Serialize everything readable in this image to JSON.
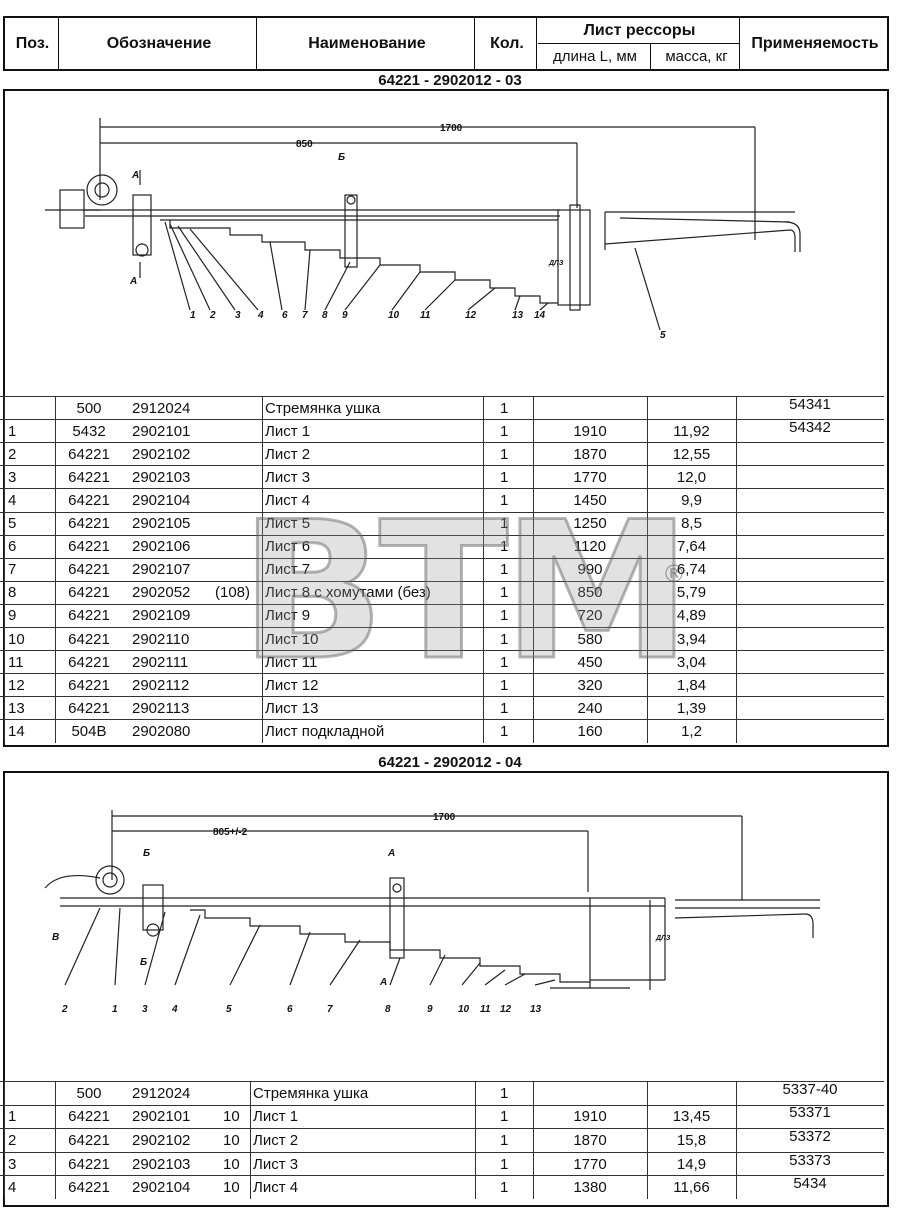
{
  "header": {
    "pos": "Поз.",
    "designation": "Обозначение",
    "name": "Наименование",
    "qty": "Кол.",
    "leaf": "Лист рессоры",
    "length": "длина L, мм",
    "mass": "масса, кг",
    "applicability": "Применяемость"
  },
  "sections": [
    {
      "title": "64221 - 2902012 - 03",
      "drawing": {
        "dim_total": "1700",
        "dim_half": "850",
        "callouts": [
          "1",
          "2",
          "3",
          "4",
          "6",
          "7",
          "8",
          "9",
          "10",
          "11",
          "12",
          "13",
          "14",
          "5"
        ],
        "section_marks": [
          "А",
          "А",
          "Б"
        ],
        "height_mark": "ДЛЗ"
      },
      "rows": [
        {
          "pos": "",
          "code1": "500",
          "code2": "2912024",
          "code3": "",
          "name": "Стремянка ушка",
          "qty": "1",
          "length": "",
          "mass": "",
          "apply": "54341"
        },
        {
          "pos": "1",
          "code1": "5432",
          "code2": "2902101",
          "code3": "",
          "name": "Лист 1",
          "qty": "1",
          "length": "1910",
          "mass": "11,92",
          "apply": "54342"
        },
        {
          "pos": "2",
          "code1": "64221",
          "code2": "2902102",
          "code3": "",
          "name": "Лист 2",
          "qty": "1",
          "length": "1870",
          "mass": "12,55",
          "apply": ""
        },
        {
          "pos": "3",
          "code1": "64221",
          "code2": "2902103",
          "code3": "",
          "name": "Лист 3",
          "qty": "1",
          "length": "1770",
          "mass": "12,0",
          "apply": ""
        },
        {
          "pos": "4",
          "code1": "64221",
          "code2": "2902104",
          "code3": "",
          "name": "Лист 4",
          "qty": "1",
          "length": "1450",
          "mass": "9,9",
          "apply": ""
        },
        {
          "pos": "5",
          "code1": "64221",
          "code2": "2902105",
          "code3": "",
          "name": "Лист 5",
          "qty": "1",
          "length": "1250",
          "mass": "8,5",
          "apply": ""
        },
        {
          "pos": "6",
          "code1": "64221",
          "code2": "2902106",
          "code3": "",
          "name": "Лист 6",
          "qty": "1",
          "length": "1120",
          "mass": "7,64",
          "apply": ""
        },
        {
          "pos": "7",
          "code1": "64221",
          "code2": "2902107",
          "code3": "",
          "name": "Лист 7",
          "qty": "1",
          "length": "990",
          "mass": "6,74",
          "apply": ""
        },
        {
          "pos": "8",
          "code1": "64221",
          "code2": "2902052",
          "code3": "(108)",
          "name": "Лист 8 с хомутами (без)",
          "qty": "1",
          "length": "850",
          "mass": "5,79",
          "apply": ""
        },
        {
          "pos": "9",
          "code1": "64221",
          "code2": "2902109",
          "code3": "",
          "name": "Лист 9",
          "qty": "1",
          "length": "720",
          "mass": "4,89",
          "apply": ""
        },
        {
          "pos": "10",
          "code1": "64221",
          "code2": "2902110",
          "code3": "",
          "name": "Лист 10",
          "qty": "1",
          "length": "580",
          "mass": "3,94",
          "apply": ""
        },
        {
          "pos": "11",
          "code1": "64221",
          "code2": "2902111",
          "code3": "",
          "name": "Лист 11",
          "qty": "1",
          "length": "450",
          "mass": "3,04",
          "apply": ""
        },
        {
          "pos": "12",
          "code1": "64221",
          "code2": "2902112",
          "code3": "",
          "name": "Лист 12",
          "qty": "1",
          "length": "320",
          "mass": "1,84",
          "apply": ""
        },
        {
          "pos": "13",
          "code1": "64221",
          "code2": "2902113",
          "code3": "",
          "name": "Лист 13",
          "qty": "1",
          "length": "240",
          "mass": "1,39",
          "apply": ""
        },
        {
          "pos": "14",
          "code1": "504B",
          "code2": "2902080",
          "code3": "",
          "name": "Лист подкладной",
          "qty": "1",
          "length": "160",
          "mass": "1,2",
          "apply": ""
        }
      ]
    },
    {
      "title": "64221 - 2902012 - 04",
      "drawing": {
        "dim_total": "1700",
        "dim_half": "805+/-2",
        "callouts": [
          "2",
          "1",
          "3",
          "4",
          "5",
          "6",
          "7",
          "8",
          "9",
          "10",
          "11",
          "12",
          "13"
        ],
        "section_marks": [
          "Б",
          "Б",
          "А",
          "А",
          "В"
        ],
        "height_mark": "ДЛЗ"
      },
      "rows": [
        {
          "pos": "",
          "code1": "500",
          "code2": "2912024",
          "code3": "",
          "name": "Стремянка ушка",
          "qty": "1",
          "length": "",
          "mass": "",
          "apply": "5337-40"
        },
        {
          "pos": "1",
          "code1": "64221",
          "code2": "2902101",
          "code3": "10",
          "name": "Лист 1",
          "qty": "1",
          "length": "1910",
          "mass": "13,45",
          "apply": "53371"
        },
        {
          "pos": "2",
          "code1": "64221",
          "code2": "2902102",
          "code3": "10",
          "name": "Лист 2",
          "qty": "1",
          "length": "1870",
          "mass": "15,8",
          "apply": "53372"
        },
        {
          "pos": "3",
          "code1": "64221",
          "code2": "2902103",
          "code3": "10",
          "name": "Лист 3",
          "qty": "1",
          "length": "1770",
          "mass": "14,9",
          "apply": "53373"
        },
        {
          "pos": "4",
          "code1": "64221",
          "code2": "2902104",
          "code3": "10",
          "name": "Лист 4",
          "qty": "1",
          "length": "1380",
          "mass": "11,66",
          "apply": "5434"
        }
      ]
    }
  ],
  "watermark": {
    "text": "BTM",
    "mark": "®"
  }
}
